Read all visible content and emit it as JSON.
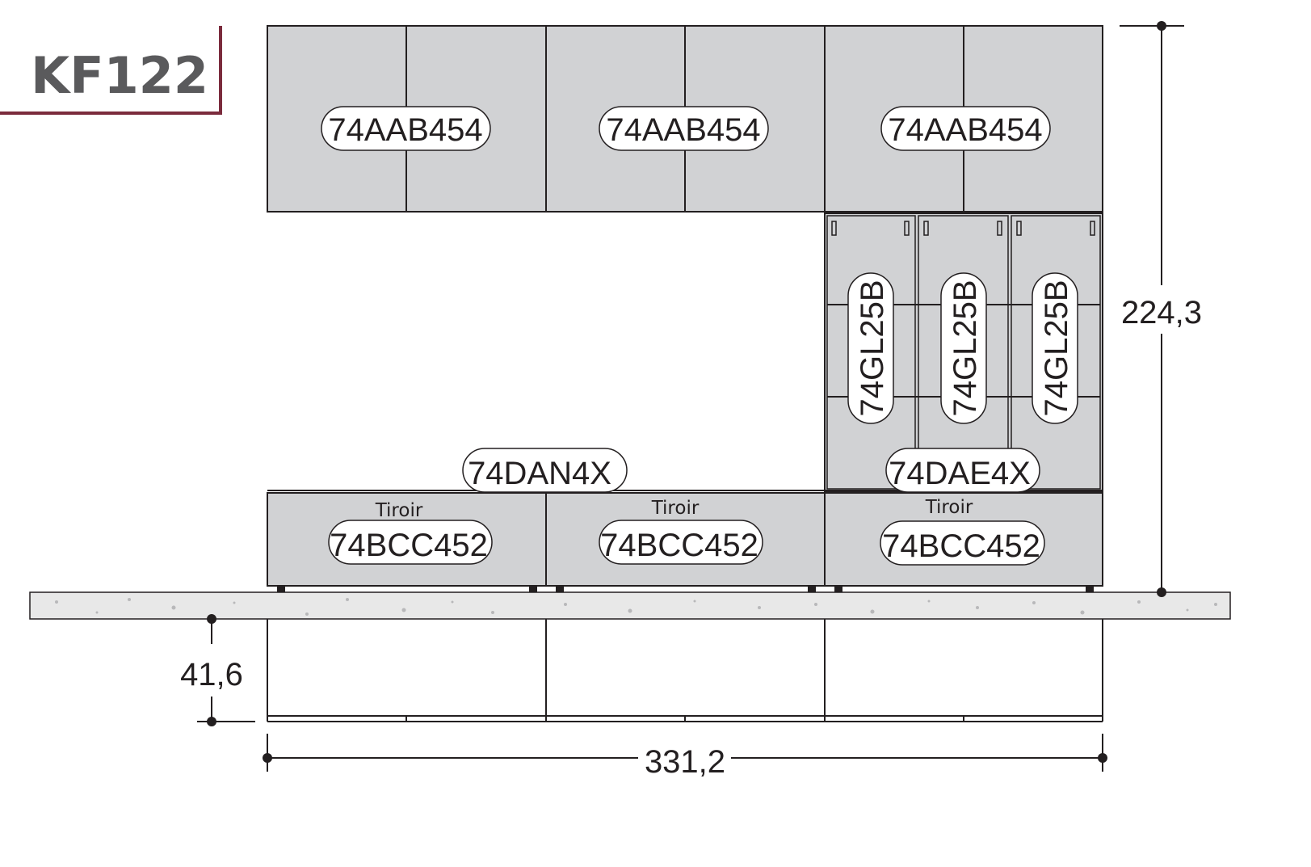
{
  "title": {
    "text": "KF122",
    "accent_color": "#7b2b3c",
    "text_color": "#5a5a5c"
  },
  "colors": {
    "panel": "#d1d2d4",
    "stroke": "#231f20",
    "floor": "#e8e8e8",
    "label_bg": "#ffffff"
  },
  "wall_units": [
    {
      "code": "74AAB454"
    },
    {
      "code": "74AAB454"
    },
    {
      "code": "74AAB454"
    }
  ],
  "glass_units": [
    {
      "code": "74GL25B"
    },
    {
      "code": "74GL25B"
    },
    {
      "code": "74GL25B"
    }
  ],
  "shelves": [
    {
      "code": "74DAN4X"
    },
    {
      "code": "74DAE4X"
    }
  ],
  "base_units": [
    {
      "type_label": "Tiroir",
      "code": "74BCC452"
    },
    {
      "type_label": "Tiroir",
      "code": "74BCC452"
    },
    {
      "type_label": "Tiroir",
      "code": "74BCC452"
    }
  ],
  "dimensions": {
    "total_height": "224,3",
    "plinth_height": "41,6",
    "total_width": "331,2"
  }
}
